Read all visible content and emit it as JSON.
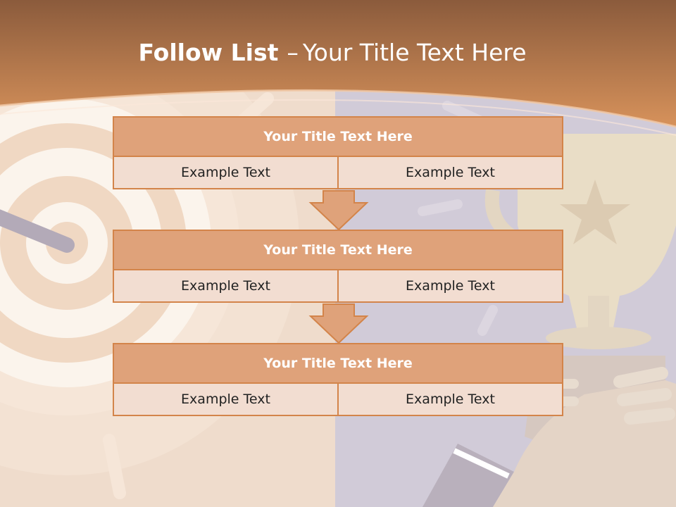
{
  "title": {
    "bold": "Follow List",
    "dash": "–",
    "rest": "Your Title Text Here"
  },
  "steps": [
    {
      "heading": "Your Title Text Here",
      "left": "Example Text",
      "right": "Example Text"
    },
    {
      "heading": "Your Title Text Here",
      "left": "Example Text",
      "right": "Example Text"
    },
    {
      "heading": "Your Title Text Here",
      "left": "Example Text",
      "right": "Example Text"
    }
  ],
  "colors": {
    "header_gradient_top": "#8a5a3a",
    "header_gradient_bottom": "#d9925a",
    "block_border": "#d3844a",
    "block_header": "#dfa27a",
    "block_cell": "#f2ddd1",
    "background_left": "#efdccc",
    "background_right": "#d0cad8"
  },
  "icons": [
    "target-icon",
    "trophy-icon",
    "hand-icon"
  ]
}
